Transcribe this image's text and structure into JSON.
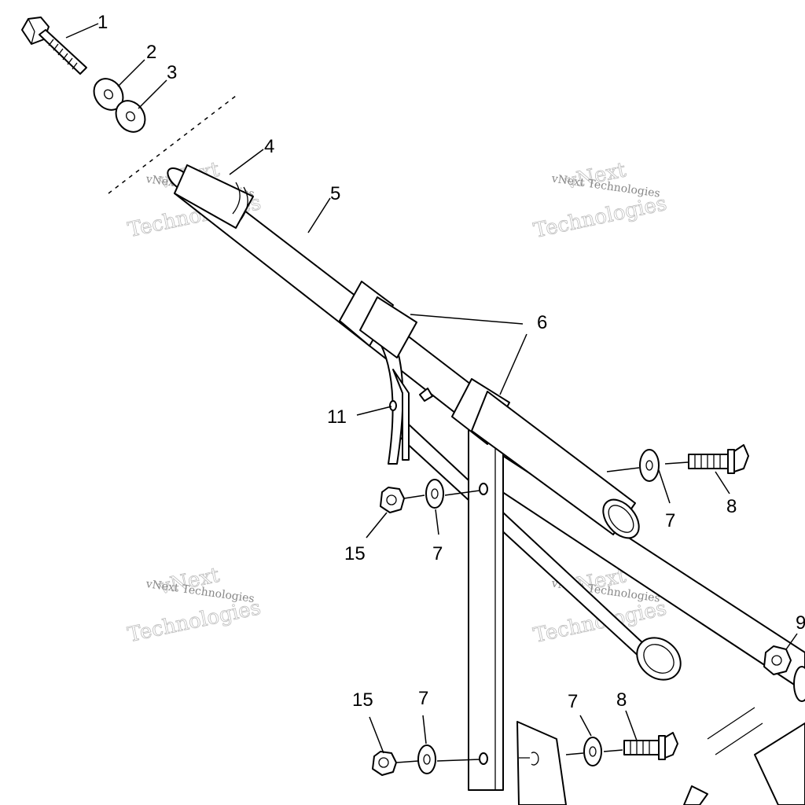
{
  "callouts": {
    "c1": "1",
    "c2": "2",
    "c3": "3",
    "c4": "4",
    "c5": "5",
    "c6": "6",
    "c7a": "7",
    "c7b": "7",
    "c7c": "7",
    "c7d": "7",
    "c8a": "8",
    "c8b": "8",
    "c9": "9",
    "c11": "11",
    "c15a": "15",
    "c15b": "15"
  },
  "watermark": {
    "line1": "vNext",
    "line2": "Technologies",
    "small": "vNext Technologies"
  },
  "colors": {
    "ink": "#000000",
    "watermark": "#bdbdbd",
    "paper": "#ffffff"
  }
}
